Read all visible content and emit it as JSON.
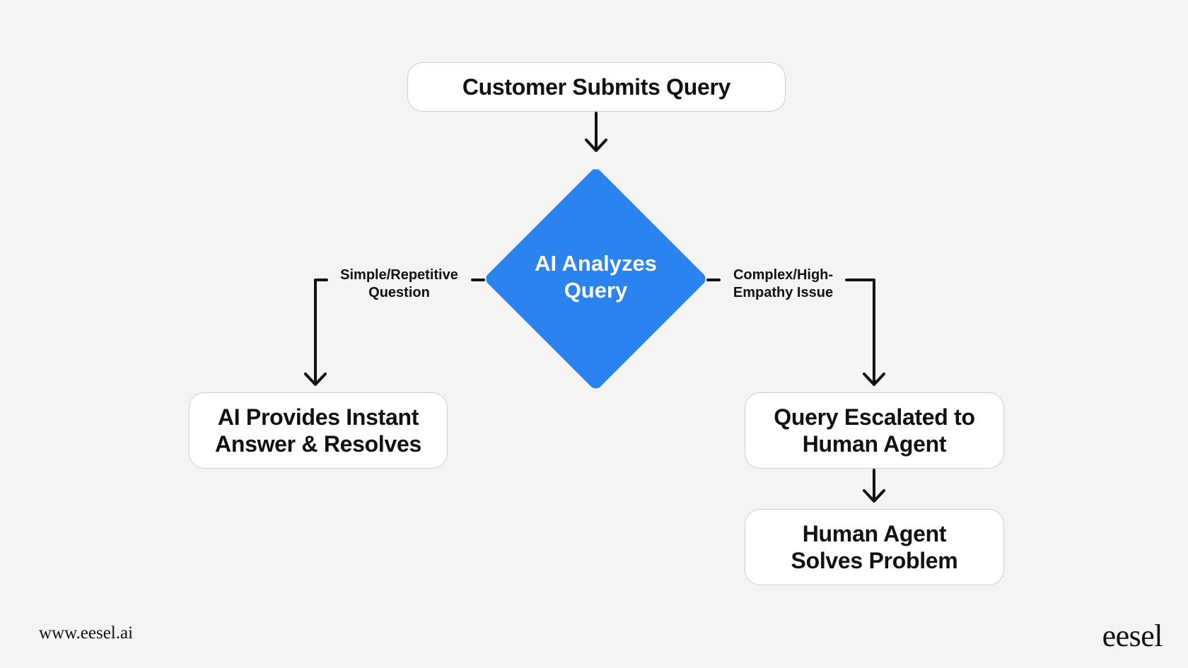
{
  "flow": {
    "start": "Customer Submits Query",
    "decision": "AI Analyzes Query",
    "branch_simple_label": "Simple/Repetitive Question",
    "branch_complex_label": "Complex/High-Empathy Issue",
    "ai_resolution": "AI Provides Instant Answer & Resolves",
    "escalation": "Query Escalated to Human Agent",
    "human_resolution": "Human Agent Solves Problem"
  },
  "footer": {
    "url": "www.eesel.ai",
    "logo": "eesel"
  },
  "colors": {
    "background": "#f5f4f2",
    "decision_fill": "#2b83f0",
    "node_fill": "#ffffff",
    "node_border": "#cfcfcf",
    "arrow": "#111111"
  }
}
